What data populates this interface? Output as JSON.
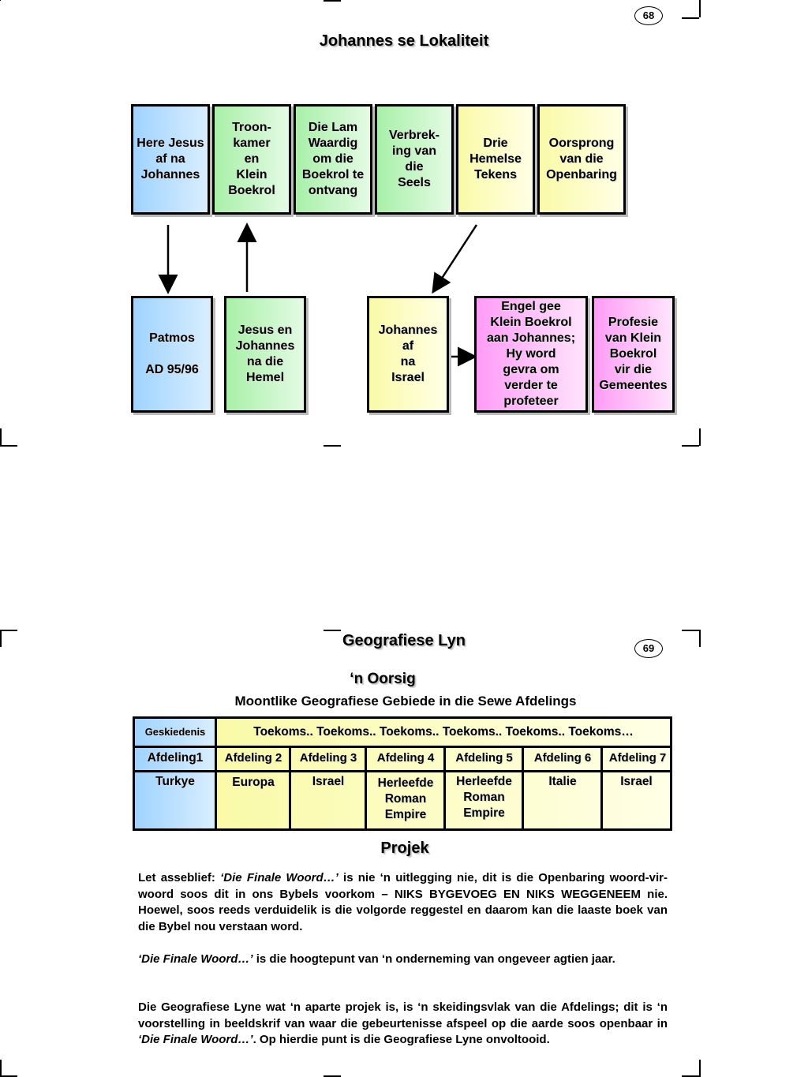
{
  "page1": {
    "page_number": "68",
    "title": "Johannes se Lokaliteit",
    "top_boxes": [
      {
        "label": "Here Jesus\naf na\nJohannes"
      },
      {
        "label": "Troon-\nkamer\nen\nKlein\nBoekrol"
      },
      {
        "label": "Die Lam\nWaardig\nom die\nBoekrol te\nontvang"
      },
      {
        "label": "Verbrek-\ning van\ndie\nSeels"
      },
      {
        "label": "Drie\nHemelse\nTekens"
      },
      {
        "label": "Oorsprong\nvan die\nOpenbaring"
      }
    ],
    "bottom_boxes": [
      {
        "label": "Patmos\n\nAD 95/96"
      },
      {
        "label": "Jesus en\nJohannes\nna die\nHemel"
      },
      {
        "label": "Johannes\naf\nna\nIsrael"
      },
      {
        "label": "Engel gee\nKlein Boekrol\naan Johannes;\nHy word\ngevra om\nverder te\nprofeteer"
      },
      {
        "label": "Profesie\nvan Klein\nBoekrol\nvir die\nGemeentes"
      }
    ]
  },
  "page2": {
    "page_number": "69",
    "title": "Geografiese Lyn",
    "subtitle": "‘n Oorsig",
    "caption": "Moontlike Geografiese Gebiede in die Sewe Afdelings",
    "table": {
      "history_label": "Geskiedenis",
      "future_label": "Toekoms.. Toekoms.. Toekoms.. Toekoms.. Toekoms.. Toekoms…",
      "sections": [
        "Afdeling1",
        "Afdeling 2",
        "Afdeling 3",
        "Afdeling 4",
        "Afdeling 5",
        "Afdeling 6",
        "Afdeling 7"
      ],
      "places": [
        "Turkye",
        "Europa",
        "Israel",
        "Herleefde\nRoman\nEmpire",
        "Herleefde\nRoman\nEmpire",
        "Italie",
        "Israel"
      ]
    },
    "project_heading": "Projek",
    "paragraphs": [
      {
        "pre": "Let asseblief: ",
        "em": "‘Die Finale Woord…’",
        "post": "  is nie ‘n uitlegging nie, dit is die Openbaring woord-vir-woord soos dit in ons Bybels voorkom – NIKS BYGEVOEG EN NIKS WEGGENEEM nie. Hoewel, soos reeds verduidelik is die volgorde reggestel en daarom kan die laaste boek van die Bybel nou verstaan word."
      },
      {
        "pre": "",
        "em": "‘Die Finale Woord…’",
        "post": "  is die hoogtepunt van ‘n onderneming van ongeveer agtien jaar."
      },
      {
        "pre": "Die Geografiese Lyne wat ‘n aparte projek is, is ‘n skeidingsvlak van die Afdelings; dit is ‘n voorstelling in beeldskrif van waar die gebeurtenisse afspeel op die aarde soos openbaar in ",
        "em": "‘Die Finale Woord…’",
        "post": ".  Op hierdie punt is die Geografiese Lyne onvoltooid."
      }
    ]
  }
}
